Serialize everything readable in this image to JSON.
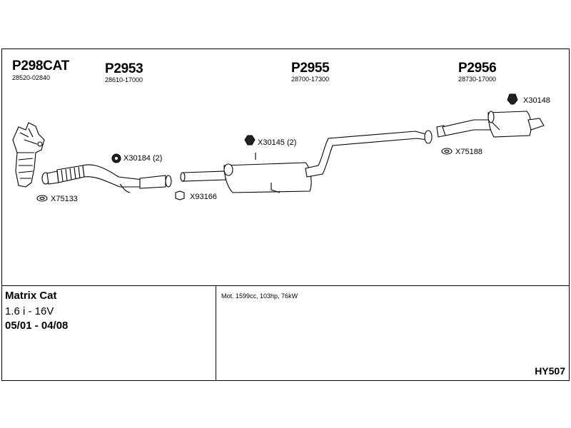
{
  "parts": [
    {
      "code": "P298CAT",
      "oem": "28520-02840"
    },
    {
      "code": "P2953",
      "oem": "28610-17000"
    },
    {
      "code": "P2955",
      "oem": "28700-17300"
    },
    {
      "code": "P2956",
      "oem": "28730-17000"
    }
  ],
  "fittings": [
    {
      "code": "X75133"
    },
    {
      "code": "X30184 (2)"
    },
    {
      "code": "X93166"
    },
    {
      "code": "X30145 (2)"
    },
    {
      "code": "X75188"
    },
    {
      "code": "X30148"
    }
  ],
  "info": {
    "title": "Matrix Cat",
    "engine": "1.6 i - 16V",
    "dates": "05/01 - 04/08",
    "spec": "Mot. 1599cc, 103hp, 76kW",
    "ref": "HY507"
  }
}
